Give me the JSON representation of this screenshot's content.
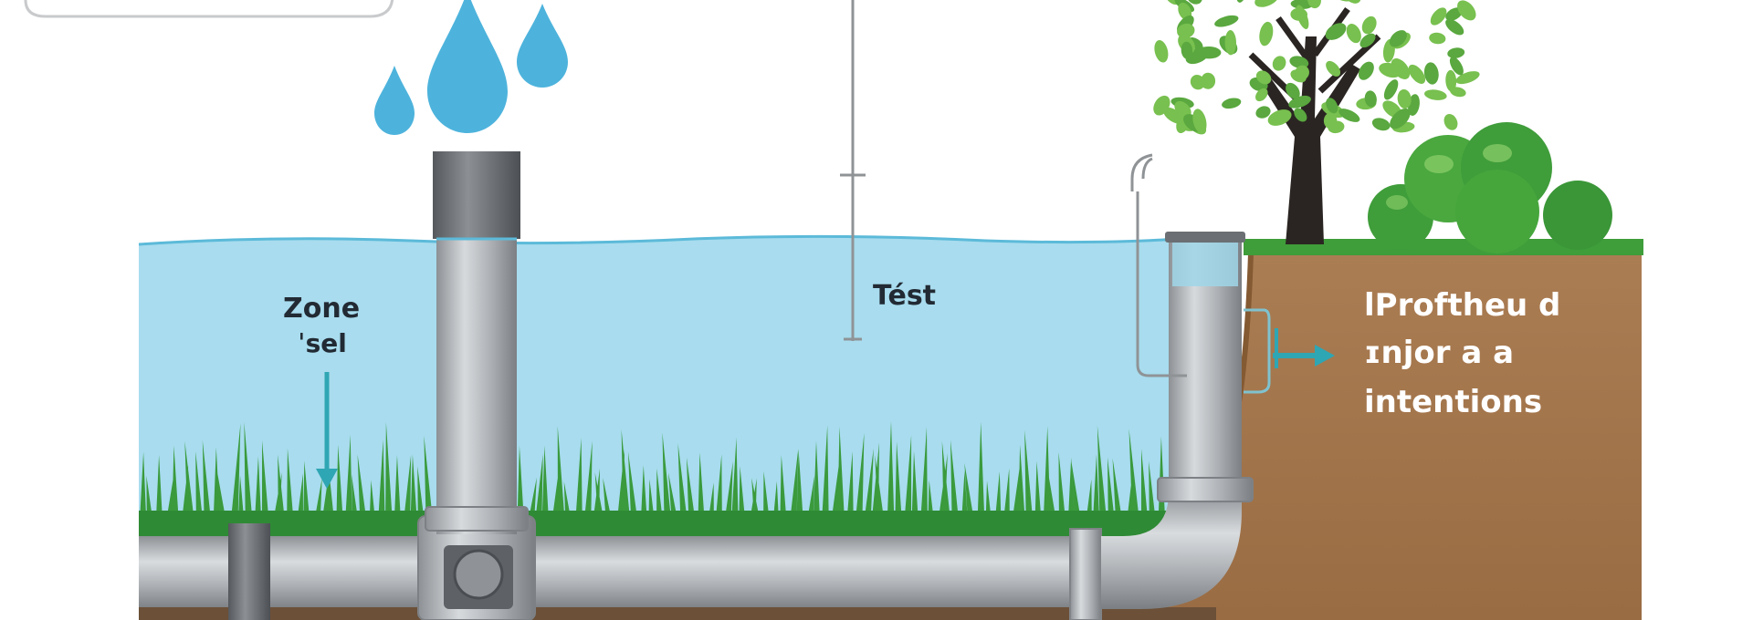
{
  "labels": {
    "zone_line1": "Zone",
    "zone_line2": "ˈsel",
    "test": "Tést",
    "soil_line1": "lProftheu d",
    "soil_line2": "ɪnjor a a",
    "soil_line3": "intentions"
  },
  "icons": [
    "water-drop-icon",
    "tree-icon",
    "shrub-icon",
    "grass-icon",
    "arrow-down-icon",
    "arrow-right-icon"
  ],
  "colors": {
    "water": "#a6dced",
    "water_line": "#4fb6d6",
    "pipe": "#b4b8bc",
    "pipe_dark": "#707478",
    "grass": "#3a9a3c",
    "soil": "#a87a50",
    "soil_edge": "#8b5e34",
    "leaf": "#58a63d",
    "drop": "#4db3dc",
    "arrow": "#2fa6b3"
  }
}
